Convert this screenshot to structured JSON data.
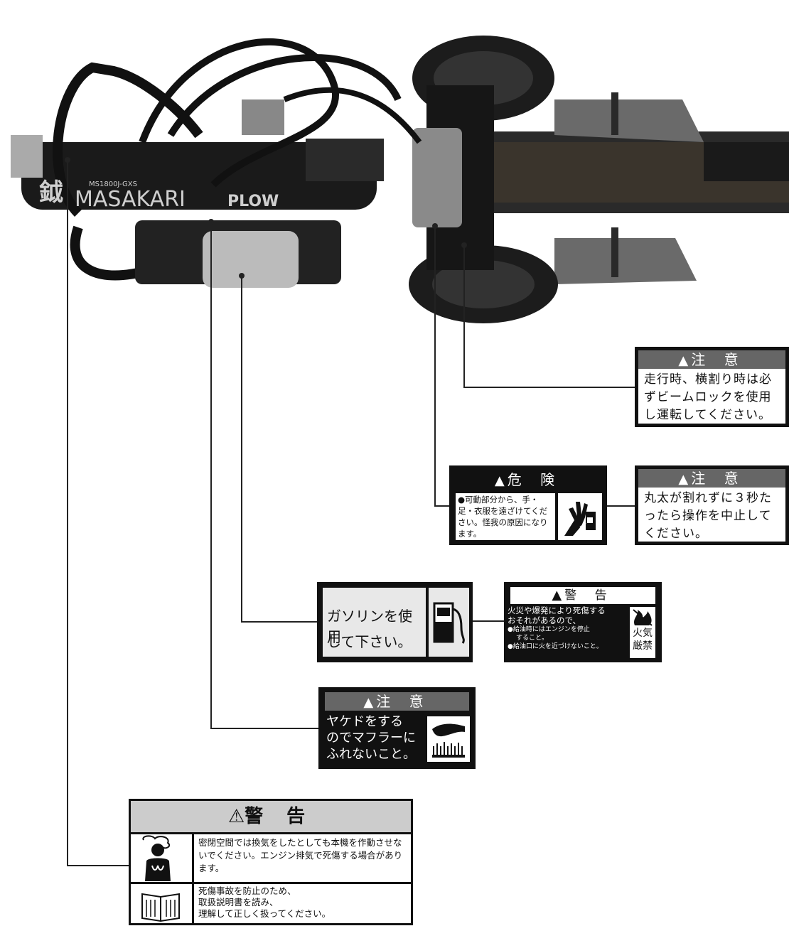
{
  "machine": {
    "model_text": "MS1800J-GXS",
    "brand_text": "MASAKARI",
    "brand_suffix": "PLOW",
    "logo_text": "鉞"
  },
  "labels": {
    "caution_beam": {
      "header": "注 意",
      "text": "走行時、横割り時は必ずビームロックを使用し運転してください。"
    },
    "danger_moving": {
      "header": "危 険",
      "text": "●可動部分から、手・足・衣服を遠ざけてください。怪我の原因になります。"
    },
    "caution_log": {
      "header": "注 意",
      "text": "丸太が割れずに３秒たったら操作を中止してください。"
    },
    "gasoline": {
      "line1": "ガソリンを使用",
      "line2": "して下さい。"
    },
    "warning_fire": {
      "header": "警 告",
      "line1": "火災や爆発により死傷する",
      "line2": "おそれがあるので、",
      "bullet1a": "●給油時にはエンジンを停止",
      "bullet1b": "すること。",
      "bullet2": "●給油口に火を近づけないこと。",
      "fire_icon_text": "火気厳禁"
    },
    "caution_muffler": {
      "header": "注 意",
      "line1": "ヤケドをする",
      "line2": "のでマフラーに",
      "line3": "ふれないこと。"
    },
    "warning_exhaust": {
      "header": "警 告",
      "row1": "密閉空間では換気をしたとしても本機を作動させないでください。エンジン排気で死傷する場合があります。",
      "row2a": "死傷事故を防止のため、",
      "row2b": "取扱説明書を読み、",
      "row2c": "理解して正しく扱ってください。"
    }
  },
  "icons": {
    "warning_triangle": "warning-triangle-icon",
    "hand_crush": "hand-crush-icon",
    "fuel_pump": "fuel-pump-icon",
    "fire": "fire-icon",
    "hot_surface": "hot-surface-icon",
    "exhaust_person": "exhaust-person-icon",
    "manual_book": "manual-book-icon"
  },
  "colors": {
    "label_black": "#111111",
    "header_gray": "#666666",
    "machine_dark": "#1a1a1a"
  }
}
